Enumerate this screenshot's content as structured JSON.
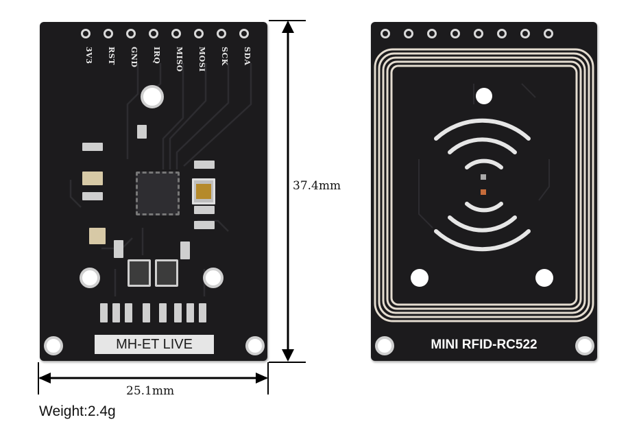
{
  "left_board": {
    "pin_labels": [
      "3V3",
      "RST",
      "GND",
      "IRQ",
      "MISO",
      "MOSI",
      "SCK",
      "SDA"
    ],
    "brand_label": "MH-ET LIVE"
  },
  "right_board": {
    "model_label": "MINI RFID-RC522"
  },
  "dimensions": {
    "height_label": "37.4mm",
    "width_label": "25.1mm",
    "weight_label": "Weight:2.4g"
  }
}
